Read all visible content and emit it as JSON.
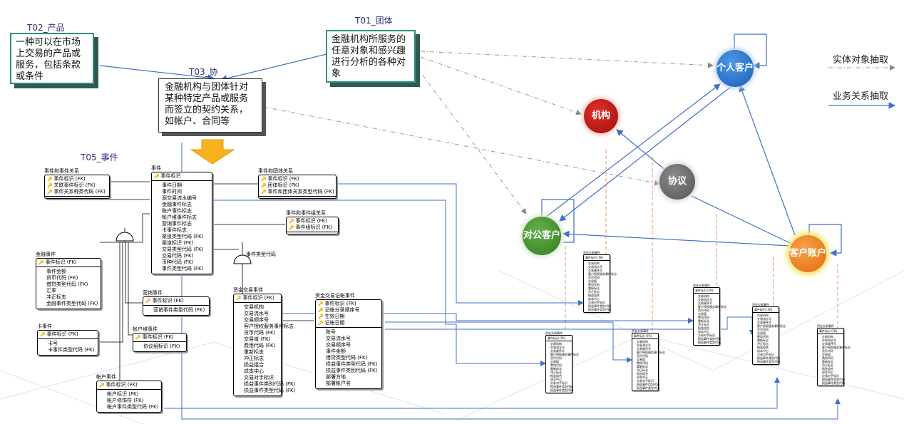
{
  "labels": {
    "t02": "T02_产品",
    "t01": "T01_团体",
    "t03": "T03_协",
    "t05": "T05_事件"
  },
  "notes": {
    "product": "一种可以在市场上交易的产品或服务，包括条款或条件",
    "party": "金融机构所服务的任意对象和感兴趣进行分析的各种对象",
    "agreement": "金融机构与团体针对某种特定产品或服务而签立的契约关系，如帐户、合同等"
  },
  "circles": {
    "person": "个人客户",
    "org": "机构",
    "agreement": "协议",
    "corp": "对公客户",
    "account": "客户账户"
  },
  "legend": {
    "entity": "实体对象抽取",
    "relation": "业务关系抽取"
  },
  "entities": {
    "evt_evt": {
      "title": "事件和事件关系",
      "keys": [
        "事件标识 (FK)",
        "关联事件标识 (FK)",
        "事件关系种类代码 (FK)"
      ],
      "attrs": []
    },
    "event": {
      "title": "事件",
      "keys": [
        "事件标识"
      ],
      "attrs": [
        "事件日期",
        "事件时间",
        "源交易流水编号",
        "金融事件标志",
        "账户事件标志",
        "帐户维事件标志",
        "营销事件标志",
        "卡事件标志",
        "渠道类型代码 (FK)",
        "渠道标识 (FK)",
        "交易类型代码 (FK)",
        "交易代码 (FK)",
        "币种代码 (FK)",
        "事件类型代码 (FK)"
      ]
    },
    "evt_party": {
      "title": "事件和团体关系",
      "keys": [
        "事件标识 (FK)",
        "团体标识 (FK)",
        "事件和团体关系类型代码 (FK)"
      ],
      "attrs": []
    },
    "evt_group": {
      "title": "事件和事件组关系",
      "keys": [
        "事件标识 (FK)",
        "事件组标识 (FK)"
      ],
      "attrs": []
    },
    "fin_evt": {
      "title": "金融事件",
      "keys": [
        "事件标识 (FK)"
      ],
      "attrs": [
        "事件金额",
        "货币代码 (FK)",
        "借贷类型代码 (FK)",
        "汇率",
        "冲正标志",
        "金融事件类型代码 (FK)"
      ]
    },
    "mkt_evt": {
      "title": "营销事件",
      "keys": [
        "事件标识 (FK)"
      ],
      "attrs": [
        "营销事件类型代码 (FK)"
      ]
    },
    "card_evt": {
      "title": "卡事件",
      "keys": [
        "事件标识 (FK)"
      ],
      "attrs": [
        "卡号",
        "卡事件类型代码 (FK)"
      ]
    },
    "acct_grp_evt": {
      "title": "帐户维事件",
      "keys": [
        "事件标识 (FK)"
      ],
      "attrs": [
        "协议组标识 (FK)"
      ]
    },
    "acct_evt": {
      "title": "帐户事件",
      "keys": [
        "事件标识 (FK)"
      ],
      "attrs": [
        "帐户标识 (FK)",
        "帐户修饰符 (FK)",
        "帐户事件类型代码 (FK)"
      ]
    },
    "fund_txn": {
      "title": "资金交易事件",
      "keys": [
        "事件标识 (FK)"
      ],
      "attrs": [
        "交易机构",
        "交易流水号",
        "交易顺序号",
        "客户授权服务事件标志",
        "货币代码 (FK)",
        "交易值 (FK)",
        "费用代码 (FK)",
        "重新标志",
        "冲正标志",
        "损益组合",
        "成本中心",
        "交易对手标识",
        "损益事件类别代码 (FK)",
        "损益事件类型代码 (FK)"
      ]
    },
    "fund_book": {
      "title": "资金交易记帐事件",
      "keys": [
        "事件标识 (FK)",
        "记帐分录顺序号",
        "生效日期",
        "记帐日期"
      ],
      "attrs": [
        "账号",
        "交易流水号",
        "交易顺序号",
        "事件金额",
        "借贷类型代码 (FK)",
        "损益事件类型代码 (FK)",
        "损益事件类别代码 (FK)",
        "部署方地",
        "部署帐户名"
      ]
    }
  },
  "subtype_label": "事件类型代码",
  "mini": {
    "title": "资金交易事件",
    "key": "事件标识 (FK)",
    "attrs": [
      "交易机构",
      "交易流水号",
      "交易顺序号",
      "客户授权服务事件标志",
      "货币代码",
      "交易值",
      "费用代码",
      "重新标志",
      "冲正标志",
      "损益组合",
      "成本中心",
      "交易对手标识",
      "损益事件类别代码",
      "损益事件类型代码"
    ]
  }
}
